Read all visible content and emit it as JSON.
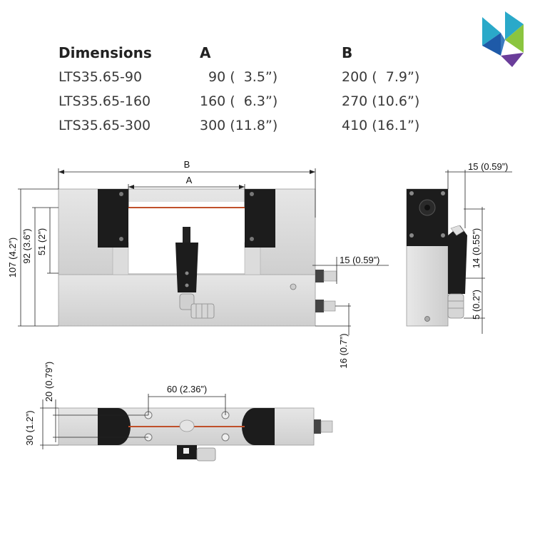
{
  "logo": {
    "name": "brand-logo",
    "colors": [
      "#2aa9c9",
      "#8bc53f",
      "#1e5aa8",
      "#6a3d9a"
    ]
  },
  "table": {
    "headers": [
      "Dimensions",
      "A",
      "B"
    ],
    "rows": [
      {
        "model": "LTS35.65-90",
        "a": "90 (  3.5”)",
        "b": "200 (  7.9”)"
      },
      {
        "model": "LTS35.65-160",
        "a": "160 (  6.3”)",
        "b": "270 (10.6”)"
      },
      {
        "model": "LTS35.65-300",
        "a": "300 (11.8”)",
        "b": "410 (16.1”)"
      }
    ]
  },
  "front_view": {
    "dim_b": "B",
    "dim_a": "A",
    "height_total": "107 (4.2”)",
    "height_92": "92 (3.6”)",
    "height_51": "51 (2”)",
    "connector_offset": "15 (0.59”)",
    "connector_drop": "16 (0.7”)"
  },
  "side_view": {
    "top_offset": "15 (0.59”)",
    "dim_14": "14 (0.55”)",
    "dim_5": "5 (0.2”)"
  },
  "top_view": {
    "hole_spacing": "60 (2.36”)",
    "dim_20": "20 (0.79”)",
    "dim_30": "30 (1.2”)"
  },
  "colors": {
    "housing": "#d9d9d9",
    "housing_dark": "#c8c8c8",
    "block": "#1c1c1c",
    "laser": "#c0502a",
    "line": "#222222"
  }
}
